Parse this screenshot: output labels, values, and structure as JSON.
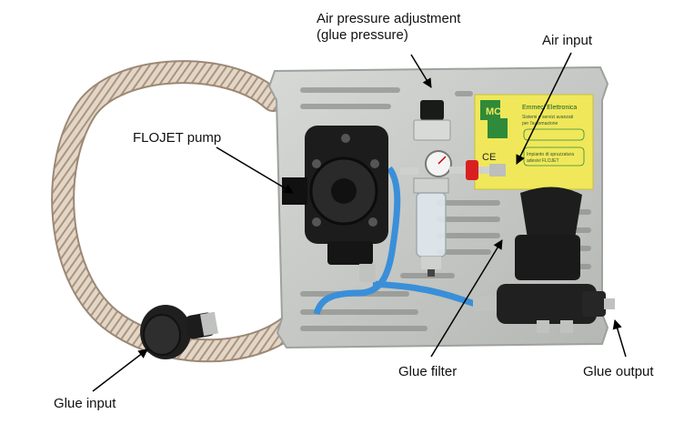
{
  "labels": {
    "air_pressure": {
      "line1": "Air pressure adjustment",
      "line2": "(glue pressure)"
    },
    "air_input": "Air input",
    "flojet_pump": "FLOJET pump",
    "glue_filter": "Glue filter",
    "glue_output": "Glue output",
    "glue_input": "Glue input"
  },
  "nameplate": {
    "logo_text": "MC",
    "company": "Emmeci Elettronica",
    "line1": "Sistemi e servizi avanzati",
    "line2": "per l'automazione",
    "line3": "Impianto di spruzzatura",
    "line4": "adesivi FLOJET"
  },
  "colors": {
    "background": "#ffffff",
    "plate": "#c7c9c6",
    "plate_edge": "#9ea19d",
    "nameplate": "#f0e85a",
    "logo": "#2f8a3a",
    "pump_body": "#1c1c1c",
    "hose": "#d9c9b8",
    "air_tube": "#3a8fd9",
    "valve_handle": "#d92020",
    "arrow": "#000000"
  }
}
